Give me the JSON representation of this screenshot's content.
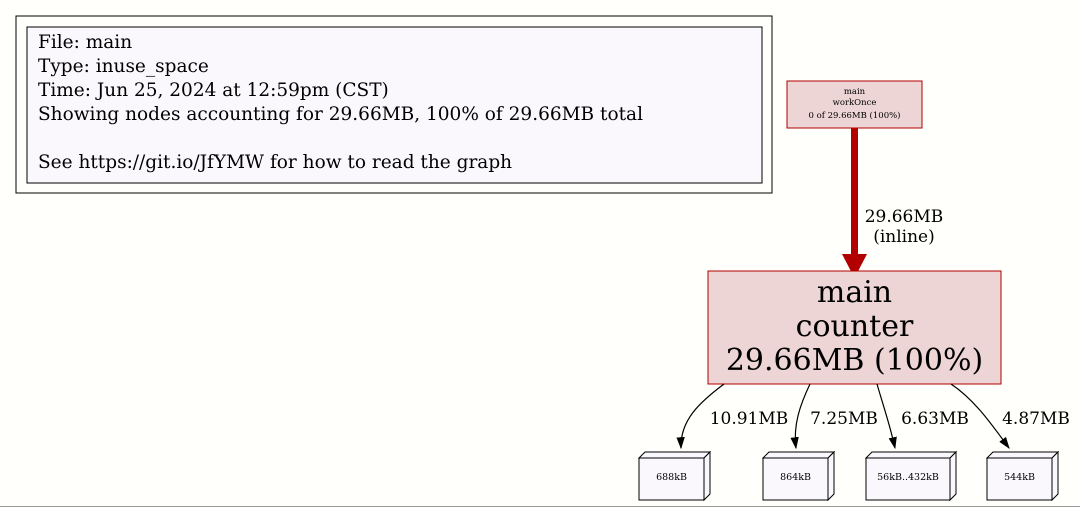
{
  "legend": {
    "lines": [
      "File: main",
      "Type: inuse_space",
      "Time: Jun 25, 2024 at 12:59pm (CST)",
      "Showing nodes accounting for 29.66MB, 100% of 29.66MB total",
      "",
      "See https://git.io/JfYMW for how to read the graph"
    ]
  },
  "nodes": {
    "workonce": {
      "pkg": "main",
      "func": "workOnce",
      "stat": "0 of 29.66MB (100%)"
    },
    "counter": {
      "pkg": "main",
      "func": "counter",
      "stat": "29.66MB (100%)"
    }
  },
  "edges": {
    "workonce_counter": {
      "value": "29.66MB",
      "note": "(inline)"
    },
    "to_688": "10.91MB",
    "to_864": "7.25MB",
    "to_56": "6.63MB",
    "to_544": "4.87MB"
  },
  "boxes": {
    "b688": "688kB",
    "b864": "864kB",
    "b56": "56kB..432kB",
    "b544": "544kB"
  },
  "colors": {
    "hot_fill": "#edd5d5",
    "hot_stroke": "#b20000",
    "edge_hot": "#b20000",
    "legend_fill": "#fbf8fd"
  }
}
